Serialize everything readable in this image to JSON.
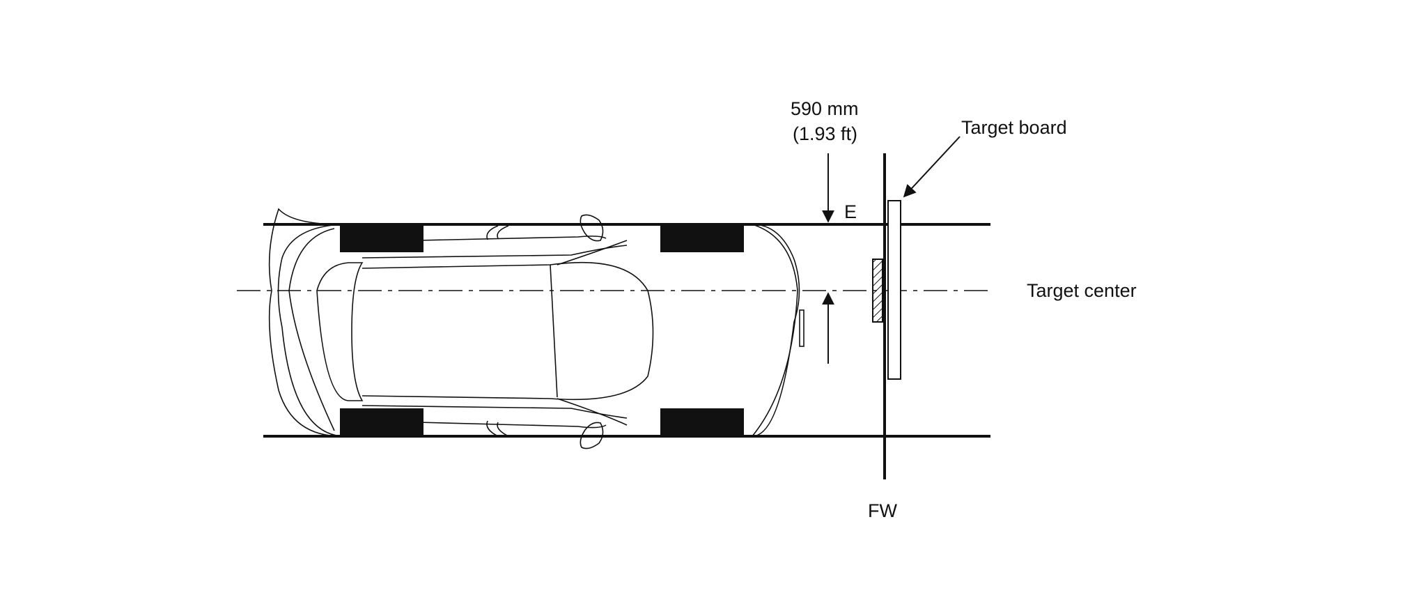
{
  "diagram": {
    "dimension_mm": "590 mm",
    "dimension_ft": "(1.93 ft)",
    "dimension_letter": "E",
    "target_board_label": "Target board",
    "target_center_label": "Target center",
    "fw_label": "FW"
  },
  "colors": {
    "line": "#111111",
    "background": "#ffffff"
  },
  "icons": [
    "vehicle-top-view",
    "target-board",
    "arrow"
  ]
}
